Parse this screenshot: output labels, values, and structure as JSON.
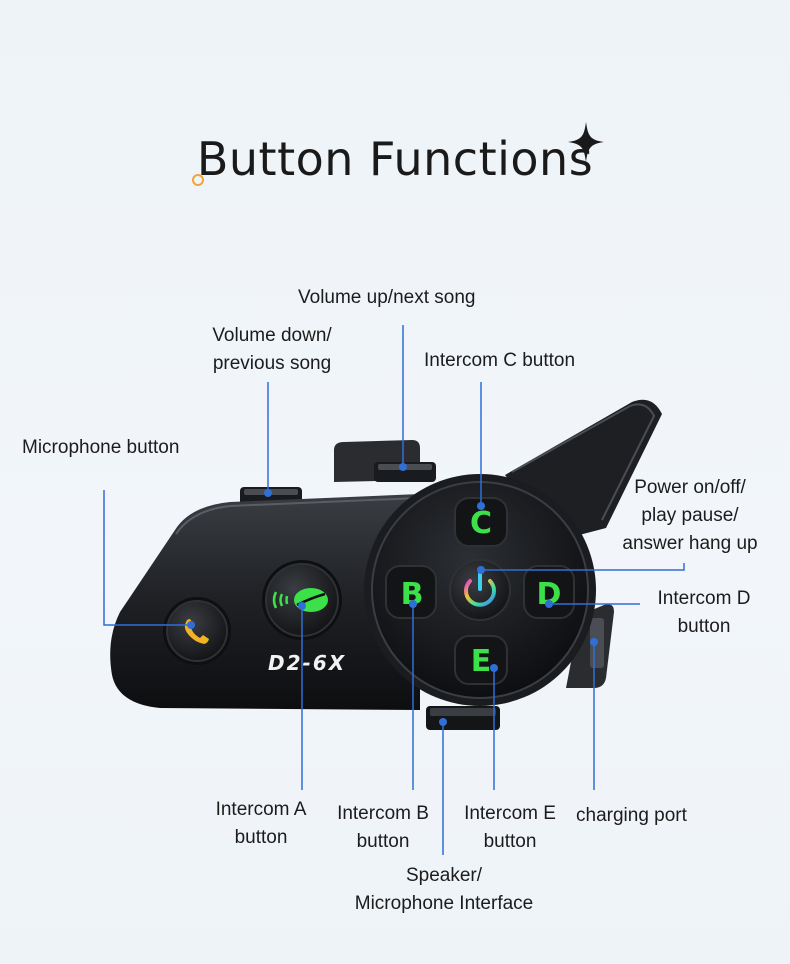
{
  "title": "Button Functions",
  "device": {
    "model": "D2-6X",
    "keys": {
      "c": "C",
      "b": "B",
      "d": "D",
      "e": "E"
    }
  },
  "labels": {
    "volume_up": "Volume up/next song",
    "volume_down_l1": "Volume down/",
    "volume_down_l2": "previous song",
    "intercom_c": "Intercom C button",
    "microphone": "Microphone button",
    "power_l1": "Power on/off/",
    "power_l2": "play pause/",
    "power_l3": "answer hang up",
    "intercom_d_l1": "Intercom D",
    "intercom_d_l2": "button",
    "intercom_a_l1": "Intercom A",
    "intercom_a_l2": "button",
    "intercom_b_l1": "Intercom B",
    "intercom_b_l2": "button",
    "intercom_e_l1": "Intercom E",
    "intercom_e_l2": "button",
    "charging": "charging port",
    "speaker_l1": "Speaker/",
    "speaker_l2": "Microphone Interface"
  },
  "colors": {
    "accent_green": "#3ce14a",
    "callout_blue": "#2f6fd6",
    "title_dot": "#f2a33a",
    "phone_icon": "#f2b324"
  },
  "icons": [
    "sparkle-icon",
    "phone-icon",
    "microphone-leaf-icon",
    "power-icon"
  ]
}
